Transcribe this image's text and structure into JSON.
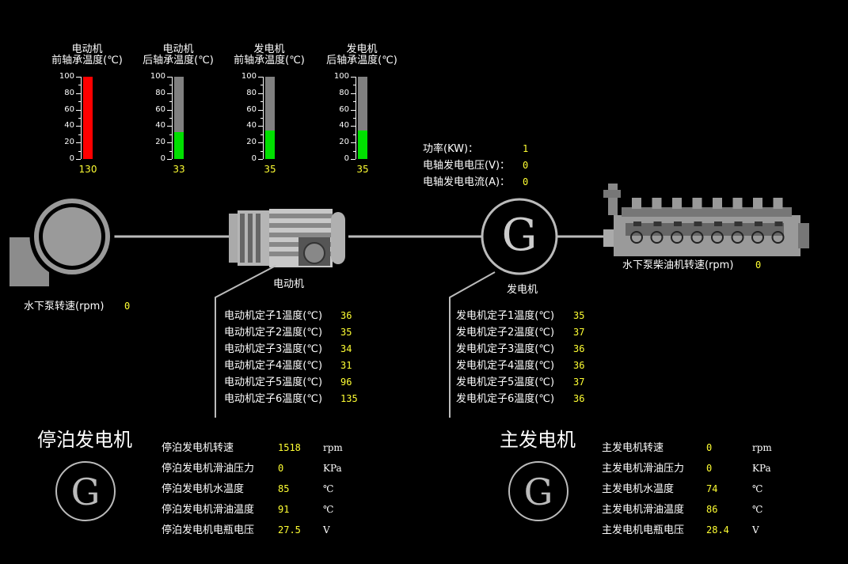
{
  "gauges": [
    {
      "title1": "电动机",
      "title2": "前轴承温度(℃)",
      "value": "130",
      "level": 100,
      "fill_color": "#ff0000"
    },
    {
      "title1": "电动机",
      "title2": "后轴承温度(℃)",
      "value": "33",
      "level": 33,
      "fill_color": "#00e000"
    },
    {
      "title1": "发电机",
      "title2": "前轴承温度(℃)",
      "value": "35",
      "level": 35,
      "fill_color": "#00e000"
    },
    {
      "title1": "发电机",
      "title2": "后轴承温度(℃)",
      "value": "35",
      "level": 35,
      "fill_color": "#00e000"
    }
  ],
  "gauge_scale": [
    "100",
    "80",
    "60",
    "40",
    "20",
    "0"
  ],
  "shaft": {
    "power_label": "功率(KW)：",
    "power_value": "1",
    "voltage_label": "电轴发电电压(V)：",
    "voltage_value": "0",
    "current_label": "电轴发电电流(A)：",
    "current_value": "0"
  },
  "pump": {
    "speed_label": "水下泵转速(rpm)",
    "speed_value": "0"
  },
  "motor": {
    "name": "电动机",
    "stators": [
      {
        "label": "电动机定子1温度(℃)",
        "value": "36"
      },
      {
        "label": "电动机定子2温度(℃)",
        "value": "35"
      },
      {
        "label": "电动机定子3温度(℃)",
        "value": "34"
      },
      {
        "label": "电动机定子4温度(℃)",
        "value": "31"
      },
      {
        "label": "电动机定子5温度(℃)",
        "value": "96"
      },
      {
        "label": "电动机定子6温度(℃)",
        "value": "135"
      }
    ]
  },
  "generator": {
    "name": "发电机",
    "symbol": "G",
    "stators": [
      {
        "label": "发电机定子1温度(℃)",
        "value": "35"
      },
      {
        "label": "发电机定子2温度(℃)",
        "value": "37"
      },
      {
        "label": "发电机定子3温度(℃)",
        "value": "36"
      },
      {
        "label": "发电机定子4温度(℃)",
        "value": "36"
      },
      {
        "label": "发电机定子5温度(℃)",
        "value": "37"
      },
      {
        "label": "发电机定子6温度(℃)",
        "value": "36"
      }
    ]
  },
  "engine": {
    "speed_label": "水下泵柴油机转速(rpm)",
    "speed_value": "0"
  },
  "harbor_gen": {
    "title": "停泊发电机",
    "symbol": "G",
    "rows": [
      {
        "label": "停泊发电机转速",
        "value": "1518",
        "unit": "rpm"
      },
      {
        "label": "停泊发电机滑油压力",
        "value": "0",
        "unit": "KPa"
      },
      {
        "label": "停泊发电机水温度",
        "value": "85",
        "unit": "℃"
      },
      {
        "label": "停泊发电机滑油温度",
        "value": "91",
        "unit": "℃"
      },
      {
        "label": "停泊发电机电瓶电压",
        "value": "27.5",
        "unit": "V"
      }
    ]
  },
  "main_gen": {
    "title": "主发电机",
    "symbol": "G",
    "rows": [
      {
        "label": "主发电机转速",
        "value": "0",
        "unit": "rpm"
      },
      {
        "label": "主发电机滑油压力",
        "value": "0",
        "unit": "KPa"
      },
      {
        "label": "主发电机水温度",
        "value": "74",
        "unit": "℃"
      },
      {
        "label": "主发电机滑油温度",
        "value": "86",
        "unit": "℃"
      },
      {
        "label": "主发电机电瓶电压",
        "value": "28.4",
        "unit": "V"
      }
    ]
  },
  "colors": {
    "value": "#ffff33",
    "tube": "#808080",
    "alarm": "#ff0000",
    "ok": "#00e000"
  }
}
